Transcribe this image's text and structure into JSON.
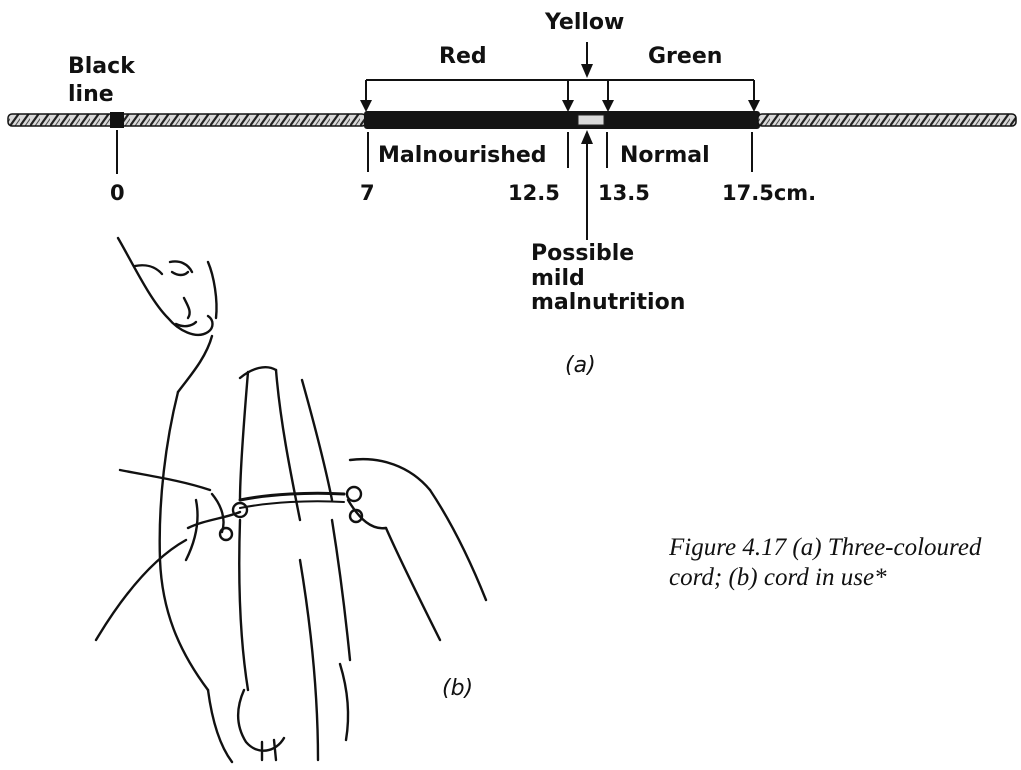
{
  "labels": {
    "black_line_1": "Black",
    "black_line_2": "line",
    "red": "Red",
    "yellow": "Yellow",
    "green": "Green",
    "malnourished": "Malnourished",
    "normal": "Normal",
    "possible_1": "Possible",
    "possible_2": "mild",
    "possible_3": "malnutrition"
  },
  "ticks": {
    "t0": "0",
    "t7": "7",
    "t12_5": "12.5",
    "t13_5": "13.5",
    "t17_5": "17.5cm."
  },
  "panels": {
    "a": "(a)",
    "b": "(b)"
  },
  "caption": {
    "line1": "Figure 4.17   (a) Three-coloured",
    "line2": "cord; (b) cord in use*"
  },
  "colors": {
    "ink": "#111111"
  }
}
